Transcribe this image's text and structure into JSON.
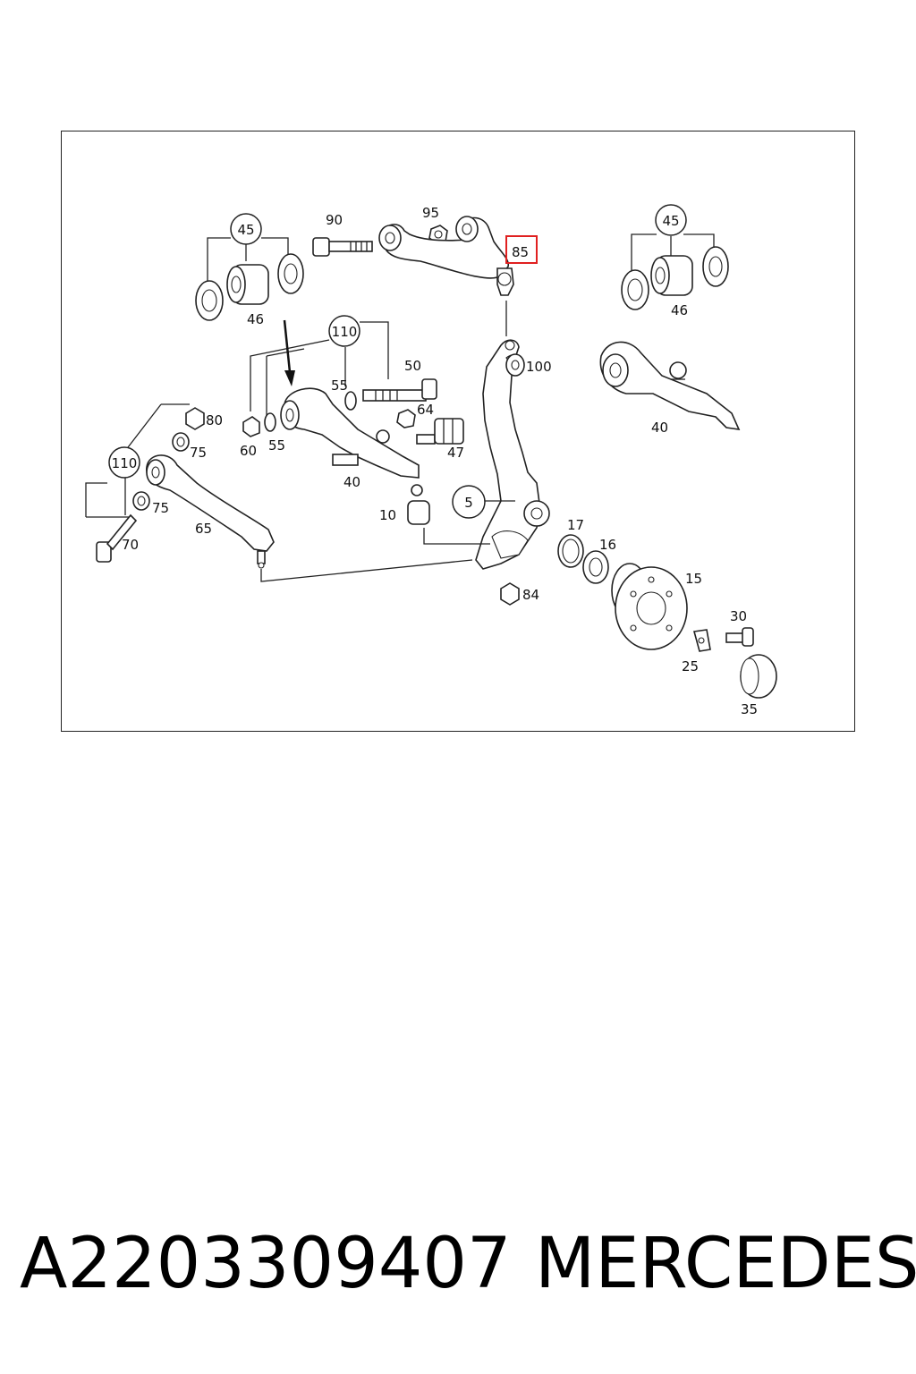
{
  "diagram": {
    "labels": {
      "l90": "90",
      "l95": "95",
      "l85": "85",
      "l45a": "45",
      "l46a": "46",
      "l45b": "45",
      "l46b": "46",
      "l110a": "110",
      "l55a": "55",
      "l50": "50",
      "l100": "100",
      "l64": "64",
      "l47": "47",
      "l60": "60",
      "l55b": "55",
      "l40a": "40",
      "l40b": "40",
      "l80": "80",
      "l75a": "75",
      "l110b": "110",
      "l75b": "75",
      "l70": "70",
      "l65": "65",
      "l5": "5",
      "l10": "10",
      "l17": "17",
      "l16": "16",
      "l15": "15",
      "l84": "84",
      "l30": "30",
      "l25": "25",
      "l35": "35"
    },
    "highlighted_part": "85",
    "highlight_color": "#e02020"
  },
  "caption": {
    "part_number": "A2203309407",
    "brand": "MERCEDES"
  }
}
